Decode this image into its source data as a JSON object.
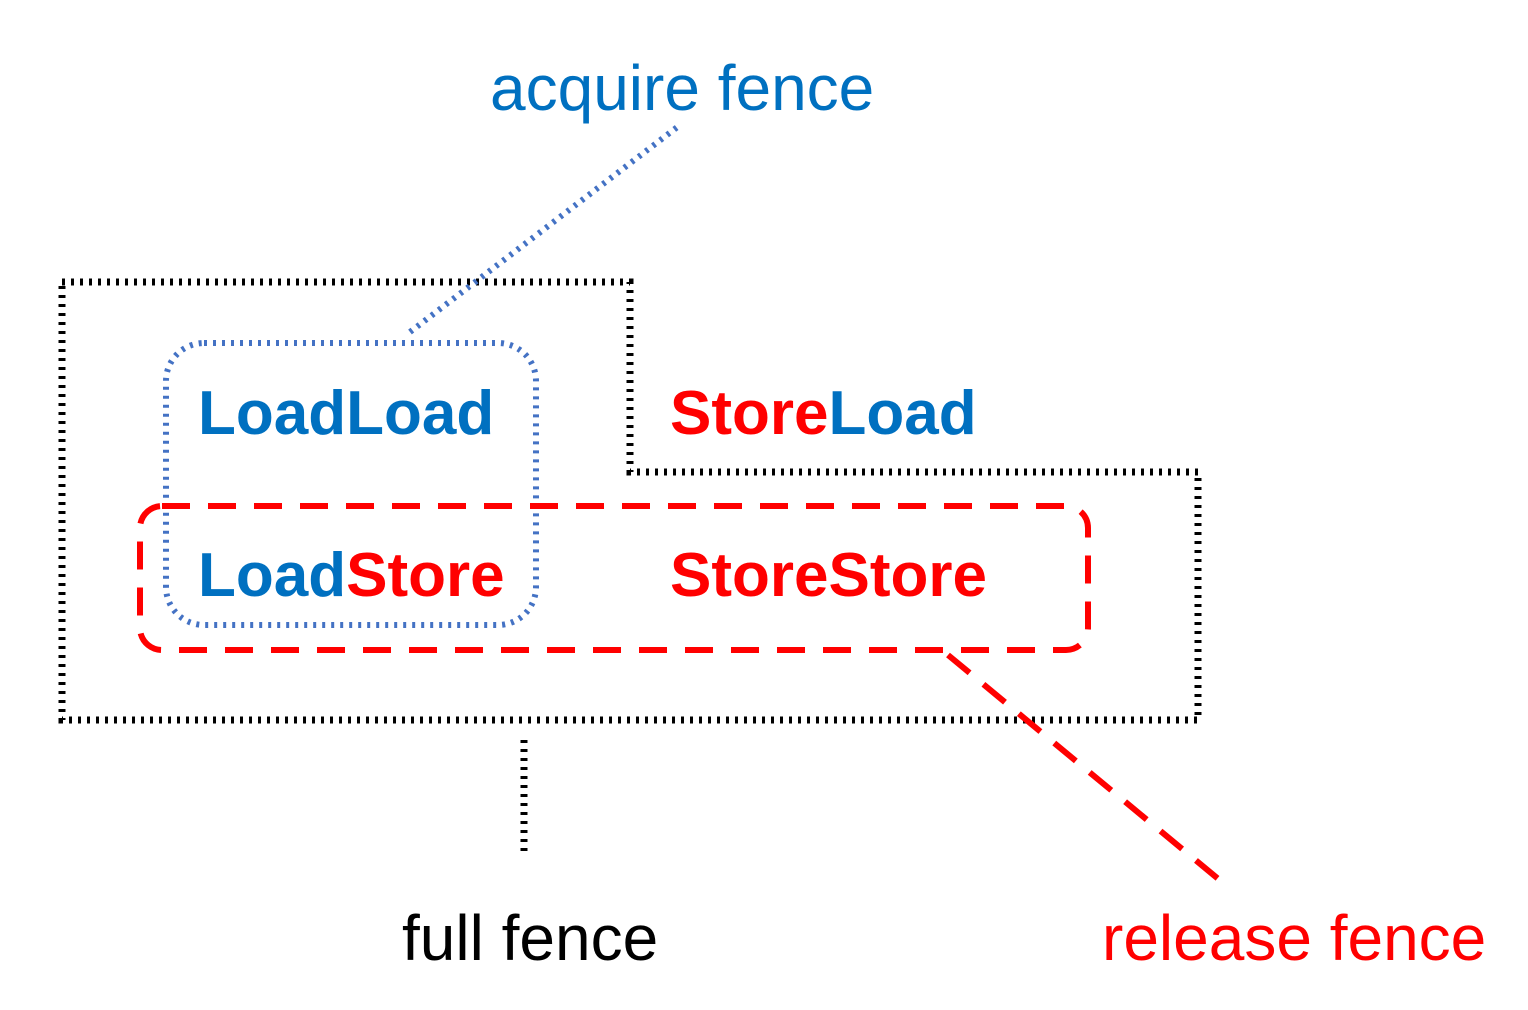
{
  "colors": {
    "blue": "#0070C0",
    "blue_border": "#4472C4",
    "red": "#FF0000",
    "black": "#000000"
  },
  "labels": {
    "acquire": "acquire fence",
    "full": "full fence",
    "release": "release fence"
  },
  "ops": {
    "load_load": {
      "part1": "Load",
      "part2": "Load"
    },
    "store_load": {
      "part1": "Store",
      "part2": "Load"
    },
    "load_store": {
      "part1": "Load",
      "part2": "Store"
    },
    "store_store": {
      "part1": "Store",
      "part2": "Store"
    }
  }
}
